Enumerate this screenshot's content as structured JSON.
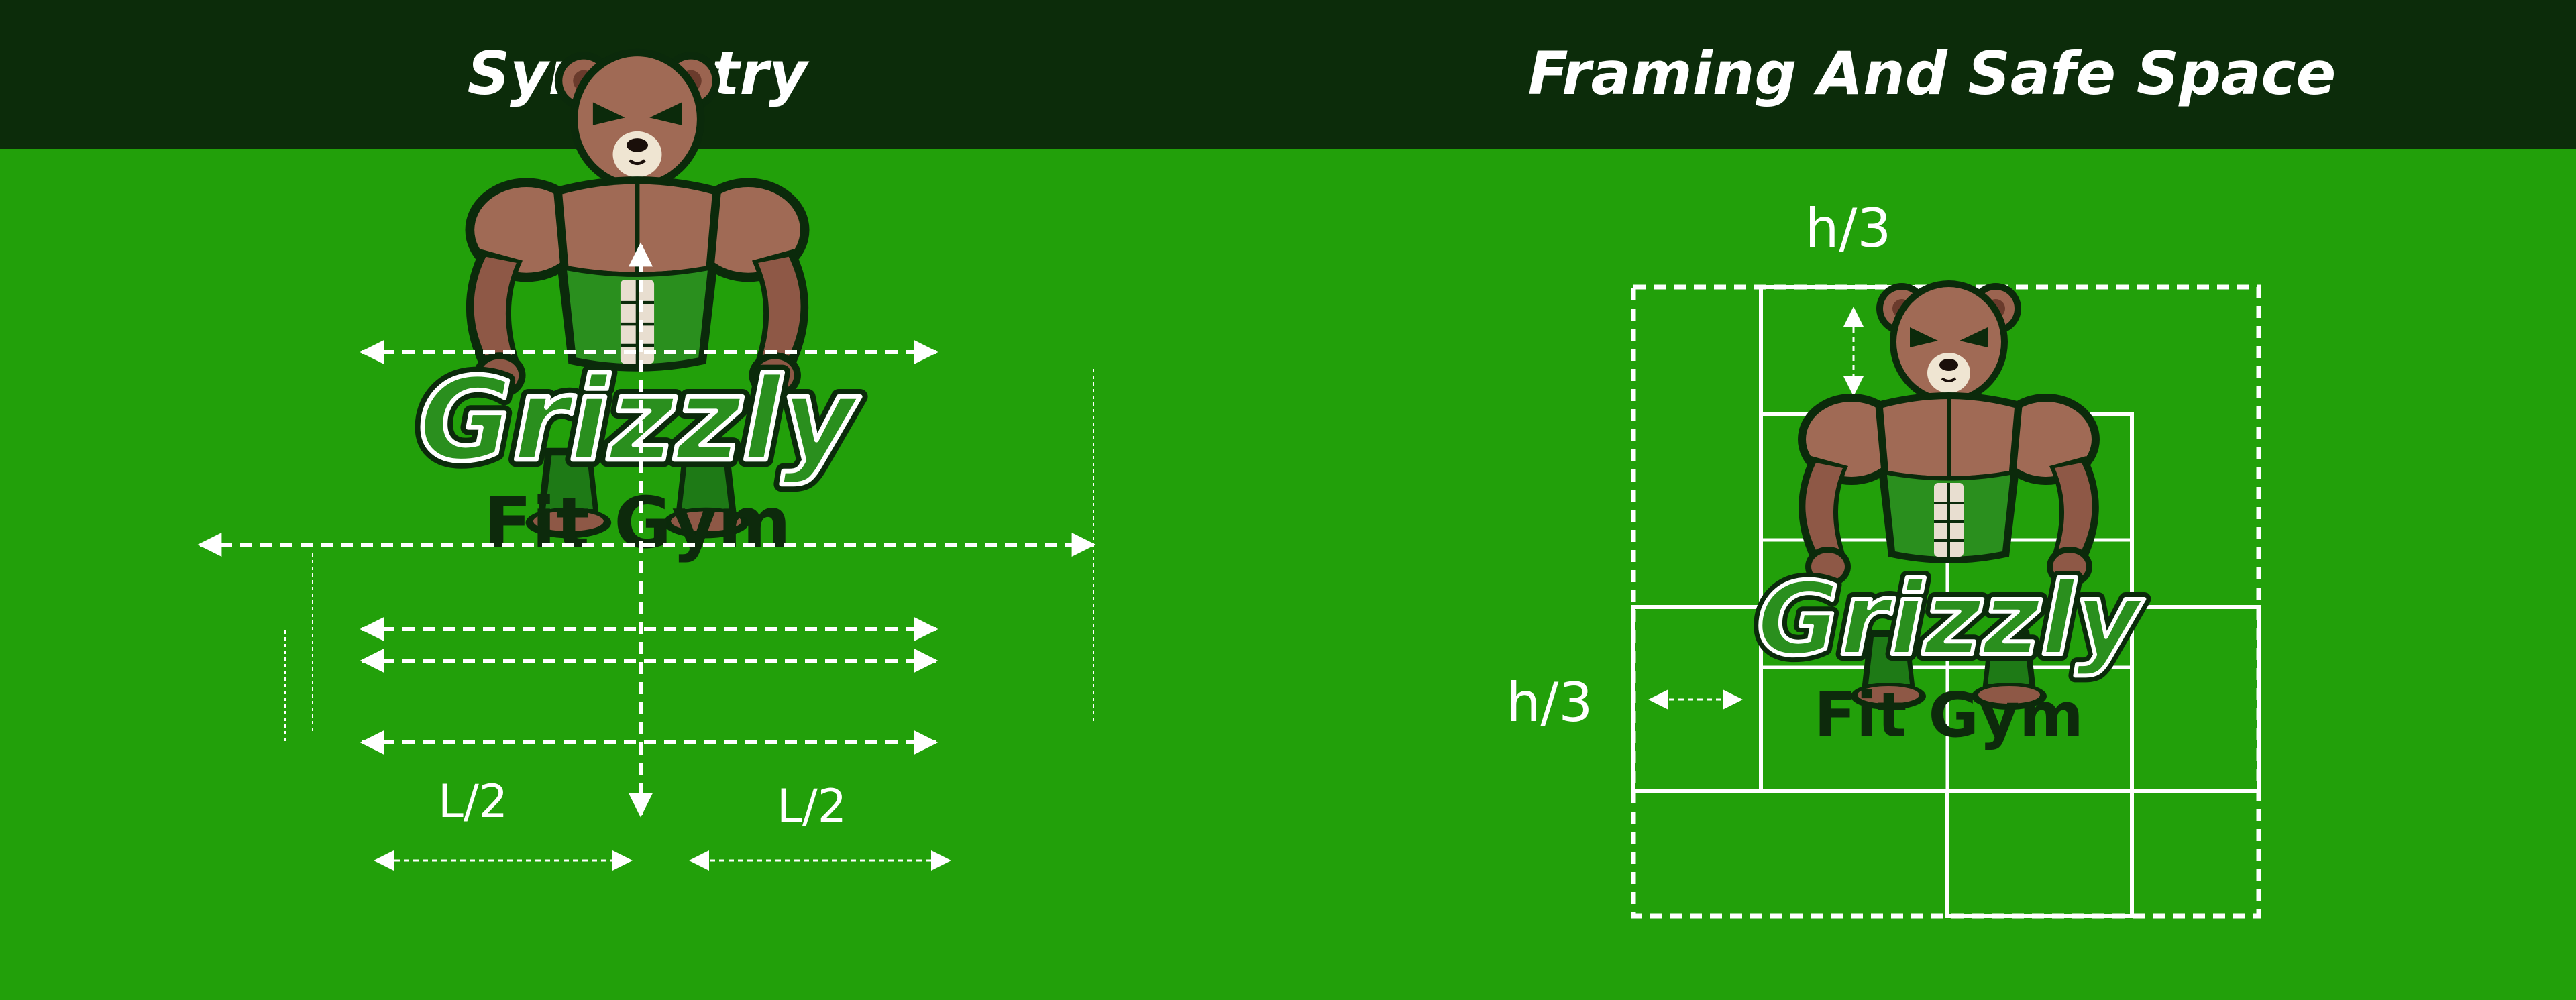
{
  "panels": [
    {
      "title": "Symmetry"
    },
    {
      "title": "Framing And Safe Space"
    }
  ],
  "logo": {
    "name_line1": "Grizzly",
    "name_line2": "Fit Gym"
  },
  "annotations": {
    "half_width": "L/2",
    "third_height": "h/3"
  },
  "colors": {
    "background": "#22a00a",
    "header": "#0c2c0a",
    "guide_lines": "#ffffff",
    "bear_fur": "#a06a55",
    "bear_shorts": "#1e7a16",
    "logo_dark_text": "#0d2a0c"
  }
}
